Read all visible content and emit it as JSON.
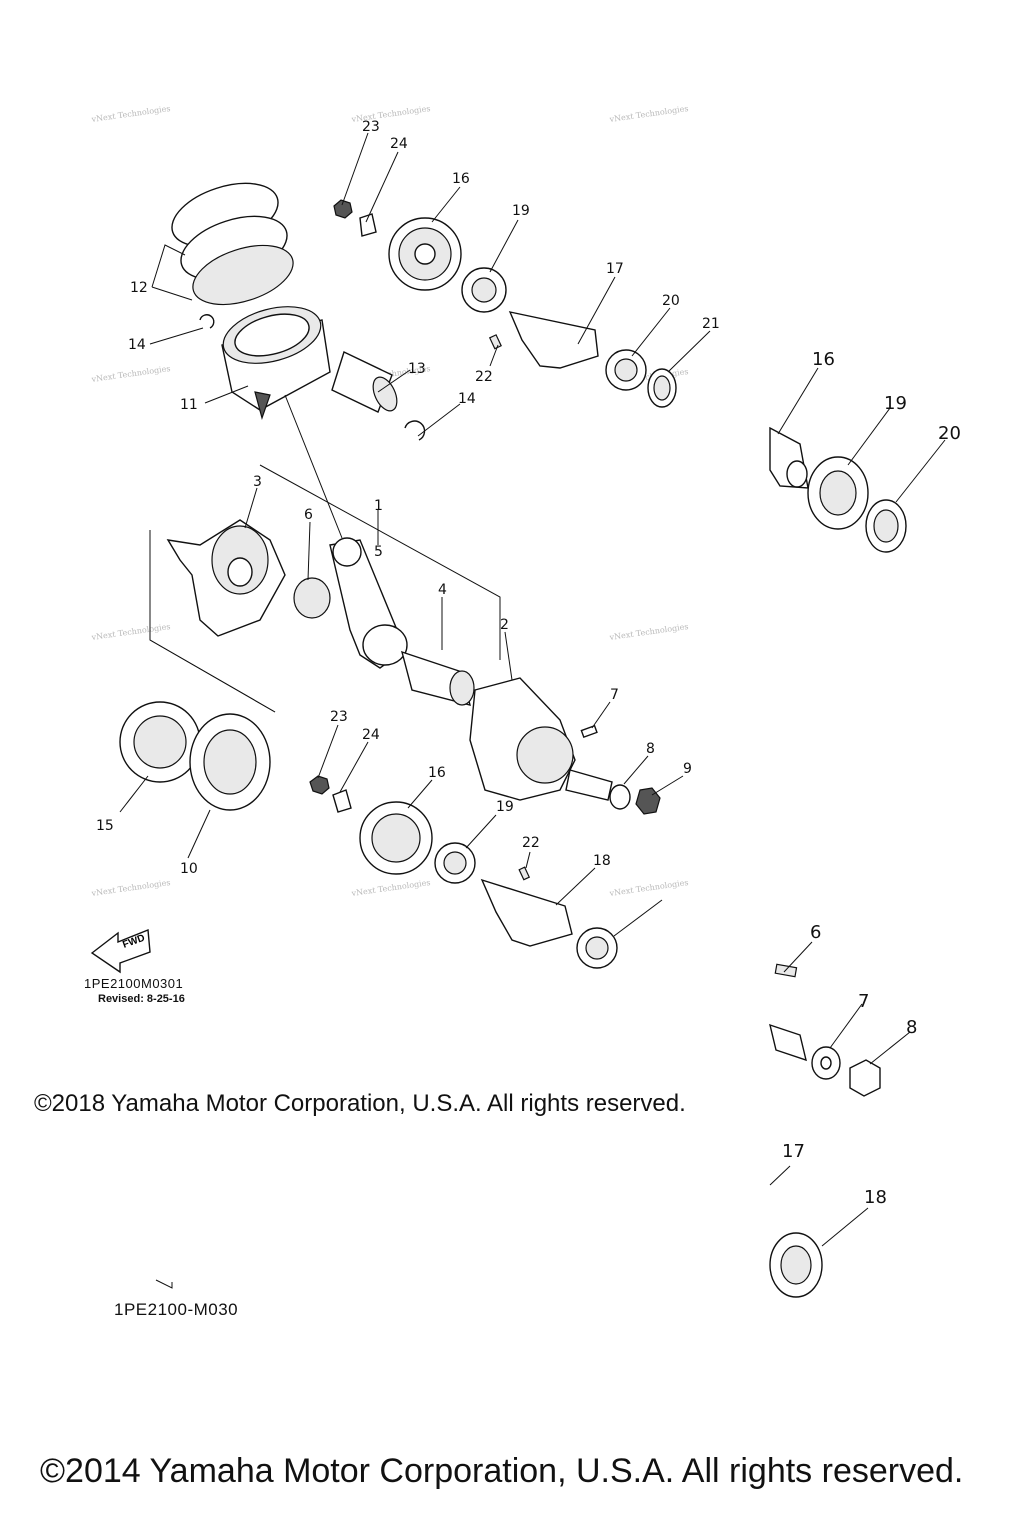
{
  "callouts": {
    "main": [
      "23",
      "24",
      "16",
      "19",
      "17",
      "20",
      "21",
      "12",
      "14",
      "13",
      "22",
      "11",
      "14",
      "3",
      "1",
      "6",
      "5",
      "4",
      "2",
      "7",
      "8",
      "9",
      "23",
      "24",
      "16",
      "19",
      "22",
      "18",
      "15",
      "10"
    ],
    "inset_top": [
      "16",
      "19",
      "20"
    ],
    "inset_mid": [
      "6",
      "7",
      "8"
    ],
    "inset_bottom": [
      "17",
      "18"
    ]
  },
  "watermark": "vNext Technologies",
  "fwd_label": "FWD",
  "diagram_code": "1PE2100M0301",
  "revised": "Revised: 8-25-16",
  "copyright_2018": "©2018 Yamaha Motor Corporation, U.S.A. All rights reserved.",
  "diagram_code_2": "1PE2100-M030",
  "copyright_2014": "©2014 Yamaha Motor Corporation, U.S.A. All rights reserved."
}
